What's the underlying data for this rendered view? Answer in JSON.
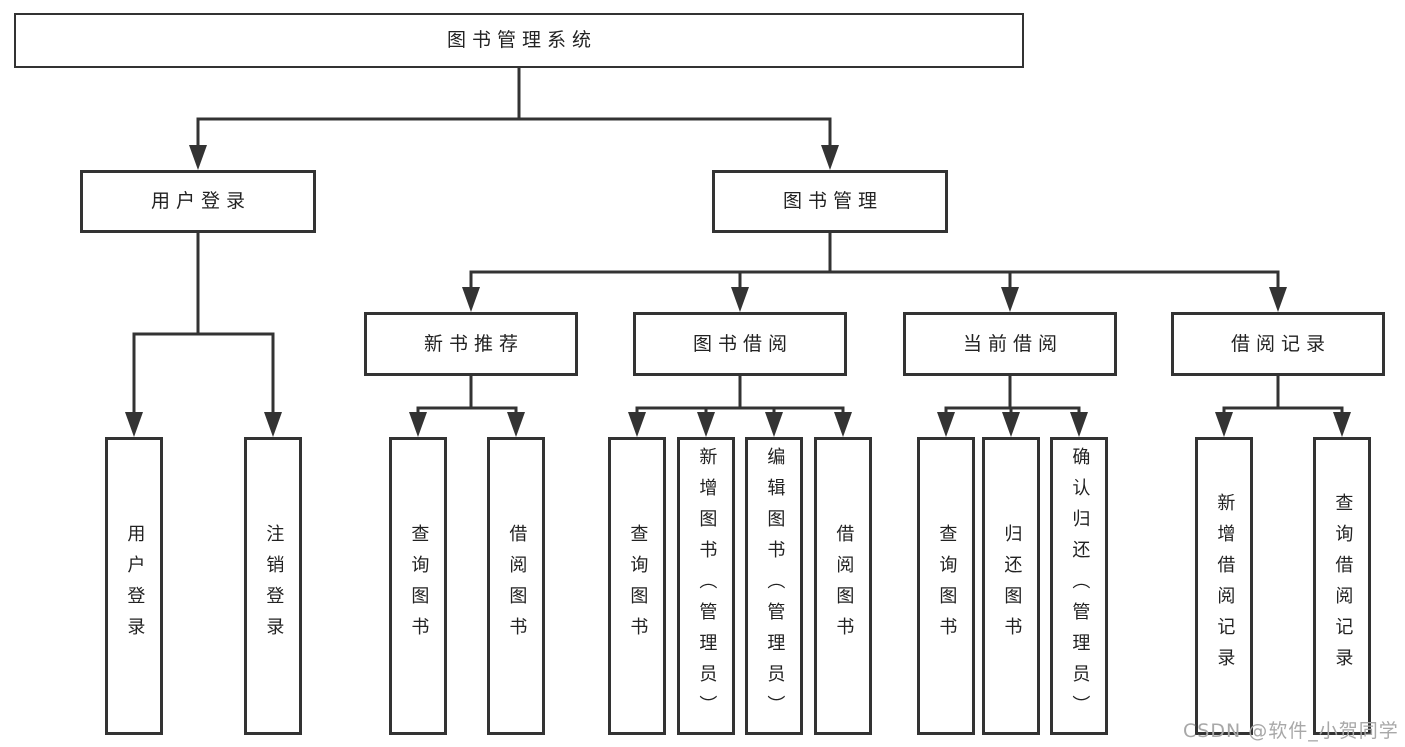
{
  "colors": {
    "line": "#333333",
    "text": "#222222",
    "background": "#ffffff",
    "watermark": "#a8a8a8"
  },
  "watermark": {
    "text": "CSDN @软件_小贺同学"
  },
  "tree": {
    "root": {
      "label": "图书管理系统"
    },
    "branches": [
      {
        "label": "用户登录",
        "children": [
          {
            "label": "用户登录"
          },
          {
            "label": "注销登录"
          }
        ]
      },
      {
        "label": "图书管理",
        "children": [
          {
            "label": "新书推荐",
            "children": [
              {
                "label": "查询图书"
              },
              {
                "label": "借阅图书"
              }
            ]
          },
          {
            "label": "图书借阅",
            "children": [
              {
                "label": "查询图书"
              },
              {
                "label": "新增图书（管理员）"
              },
              {
                "label": "编辑图书（管理员）"
              },
              {
                "label": "借阅图书"
              }
            ]
          },
          {
            "label": "当前借阅",
            "children": [
              {
                "label": "查询图书"
              },
              {
                "label": "归还图书"
              },
              {
                "label": "确认归还（管理员）"
              }
            ]
          },
          {
            "label": "借阅记录",
            "children": [
              {
                "label": "新增借阅记录"
              },
              {
                "label": "查询借阅记录"
              }
            ]
          }
        ]
      }
    ]
  }
}
